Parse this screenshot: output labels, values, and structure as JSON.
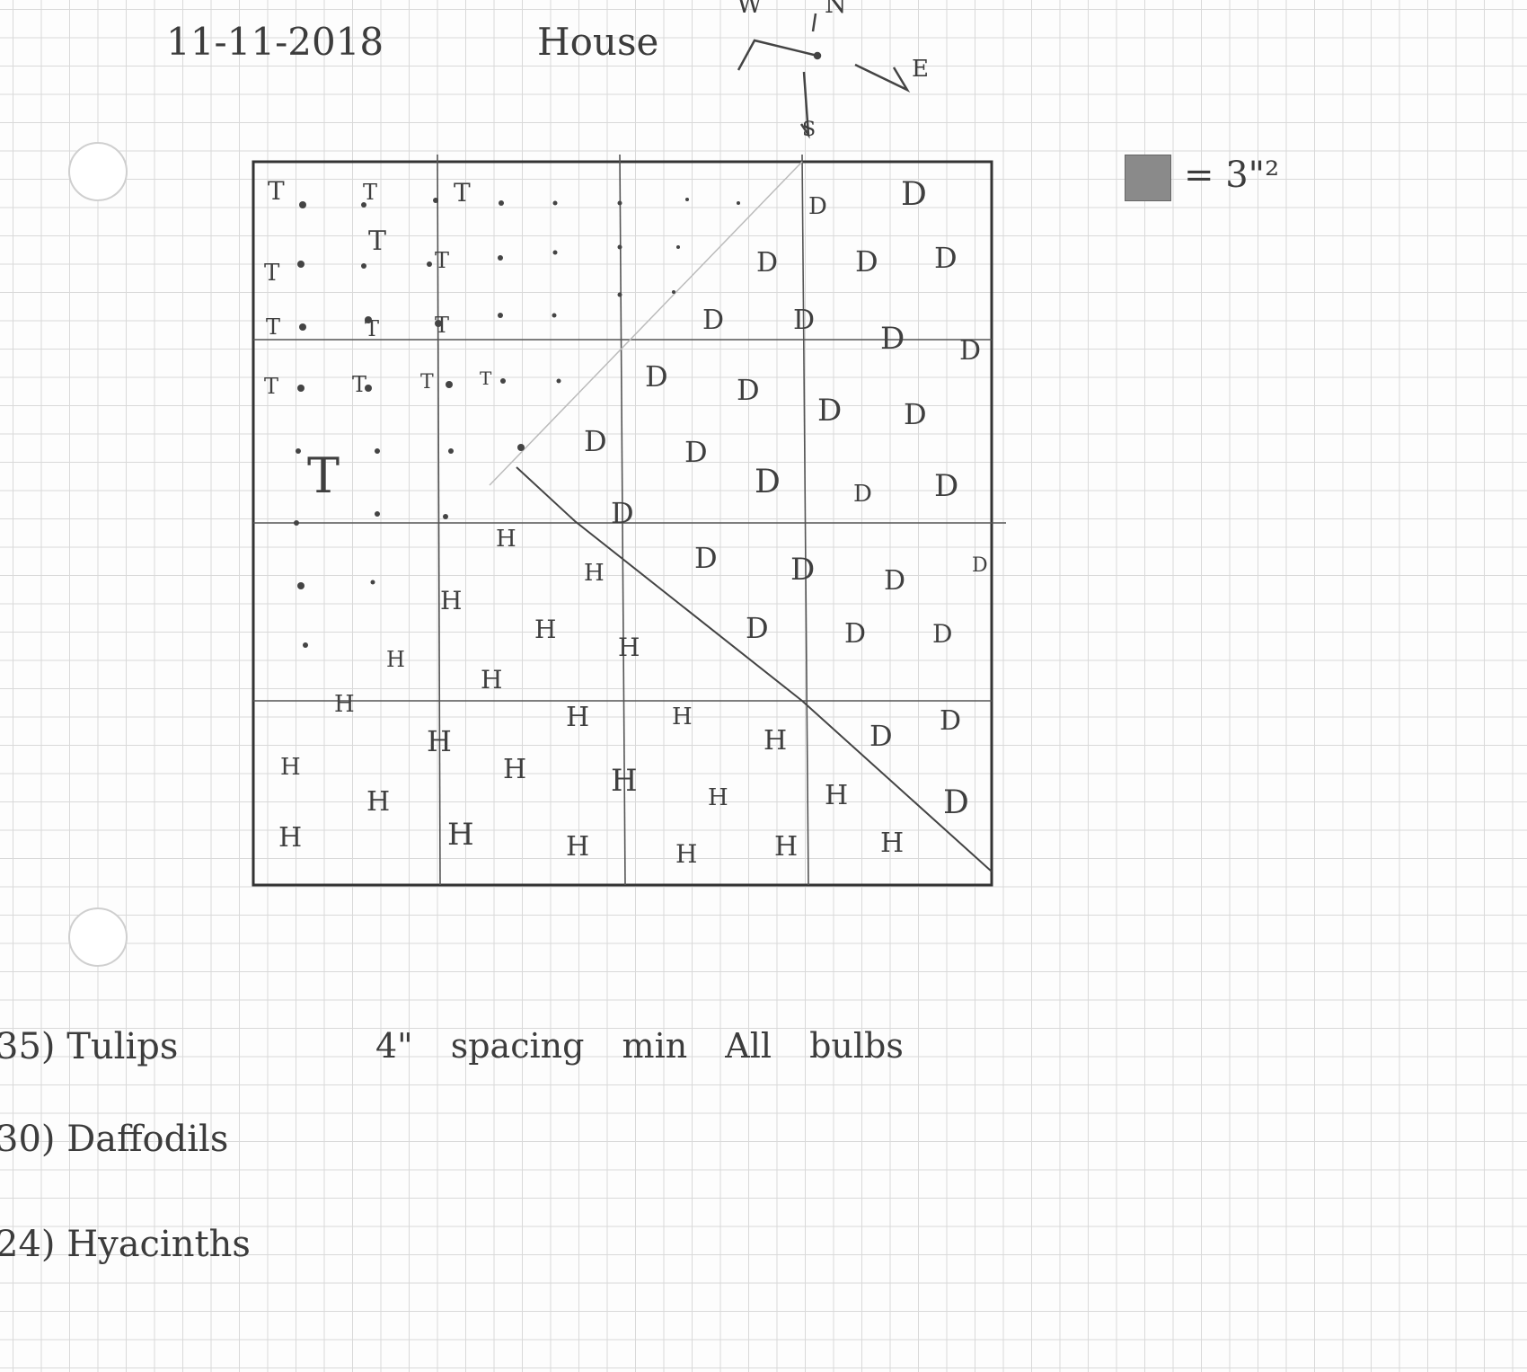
{
  "header": {
    "date": "11-11-2018",
    "title": "House"
  },
  "compass": {
    "north": "N",
    "east": "E",
    "south": "S",
    "west": "W"
  },
  "legend": {
    "swatch_color": "#8a8a8a",
    "label": "= 3\"²"
  },
  "plan": {
    "label_tulip": "T",
    "label_daffodil": "D",
    "label_hyacinth": "H"
  },
  "notes": {
    "tulips": "35) Tulips",
    "daffodils": "30) Daffodils",
    "hyacinths": "24) Hyacinths",
    "spacing": "4\"  spacing  min  All  bulbs"
  }
}
